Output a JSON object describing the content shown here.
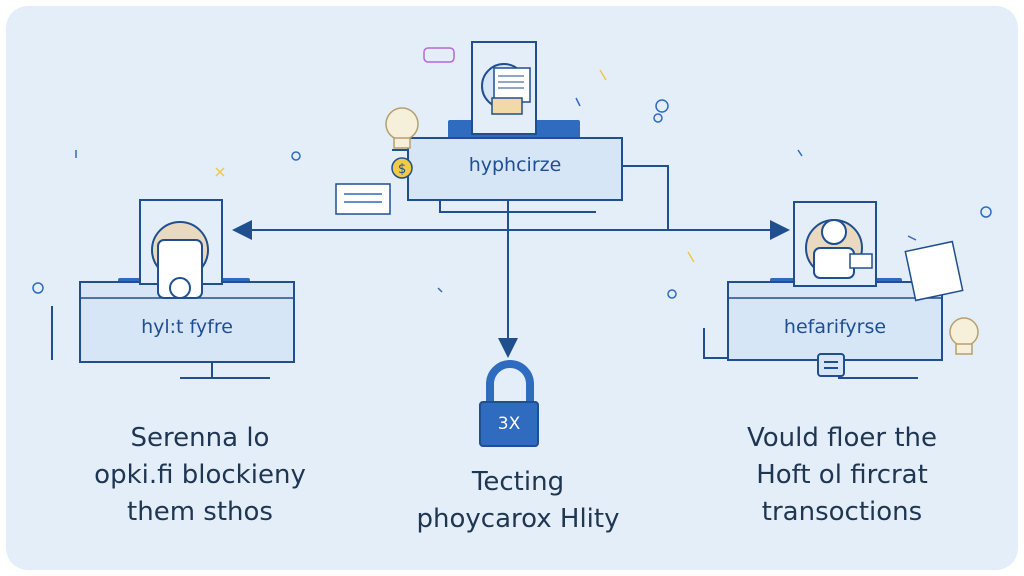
{
  "top_node": {
    "label": "hyphcirze"
  },
  "left_node": {
    "label": "hyl:t fyfre"
  },
  "right_node": {
    "label": "hefarifyrse"
  },
  "lock": {
    "label": "3X"
  },
  "captions": {
    "left": [
      "Serenna lo",
      "opki.fi blockieny",
      "them sthos"
    ],
    "center": [
      "Tecting",
      "phoycarox Hlity"
    ],
    "right": [
      "Vould floer the",
      "Hoft ol fircrat",
      "transoctions"
    ]
  },
  "colors": {
    "background": "#e4eef9",
    "box_fill": "#d6e6f7",
    "accent": "#2f6bbf",
    "line": "#1f4f8f",
    "text": "#1f3652"
  },
  "icons": [
    "person-icon",
    "dollar-icon",
    "lock-icon",
    "lightbulb-icon",
    "document-icon"
  ]
}
